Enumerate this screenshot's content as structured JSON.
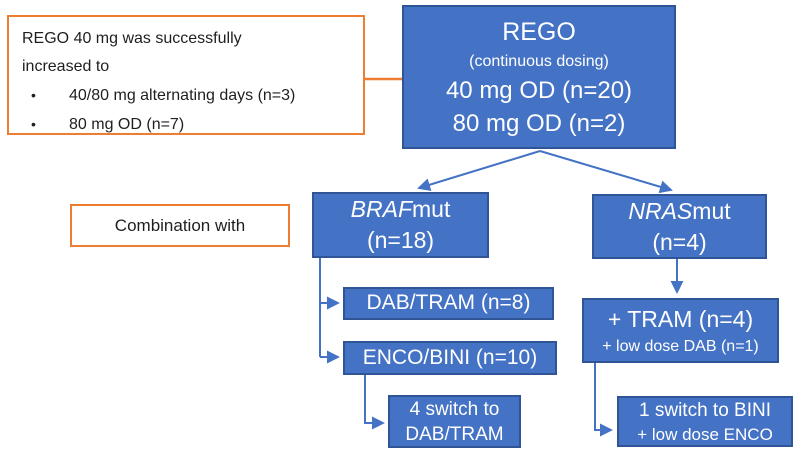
{
  "info_box": {
    "heading": "REGO 40 mg was successfully increased to",
    "bullets": [
      "40/80 mg alternating days (n=3)",
      "80 mg OD (n=7)"
    ]
  },
  "rego_box": {
    "title": "REGO",
    "subtitle": "(continuous dosing)",
    "dose_line1": "40 mg OD (n=20)",
    "dose_line2": "80 mg OD (n=2)"
  },
  "combination_box": {
    "label": "Combination with"
  },
  "braf_box": {
    "gene": "BRAF",
    "suffix": "mut",
    "count": "(n=18)"
  },
  "nras_box": {
    "gene": "NRAS",
    "suffix": "mut",
    "count": "(n=4)"
  },
  "dab_tram_box": {
    "label": "DAB/TRAM (n=8)"
  },
  "enco_bini_box": {
    "label": "ENCO/BINI (n=10)"
  },
  "switch_dab_tram_box": {
    "line1": "4 switch to",
    "line2": "DAB/TRAM"
  },
  "tram_box": {
    "line1": "+ TRAM (n=4)",
    "line2": "+ low dose DAB (n=1)"
  },
  "switch_bini_box": {
    "line1": "1 switch to BINI",
    "line2": "+ low dose ENCO"
  },
  "colors": {
    "box_fill": "#4472C4",
    "box_border": "#2F5597",
    "connector_blue": "#4472C4",
    "accent_orange": "#ED7D31",
    "text_dark": "#1F1F1F",
    "text_light": "#FFFFFF"
  }
}
